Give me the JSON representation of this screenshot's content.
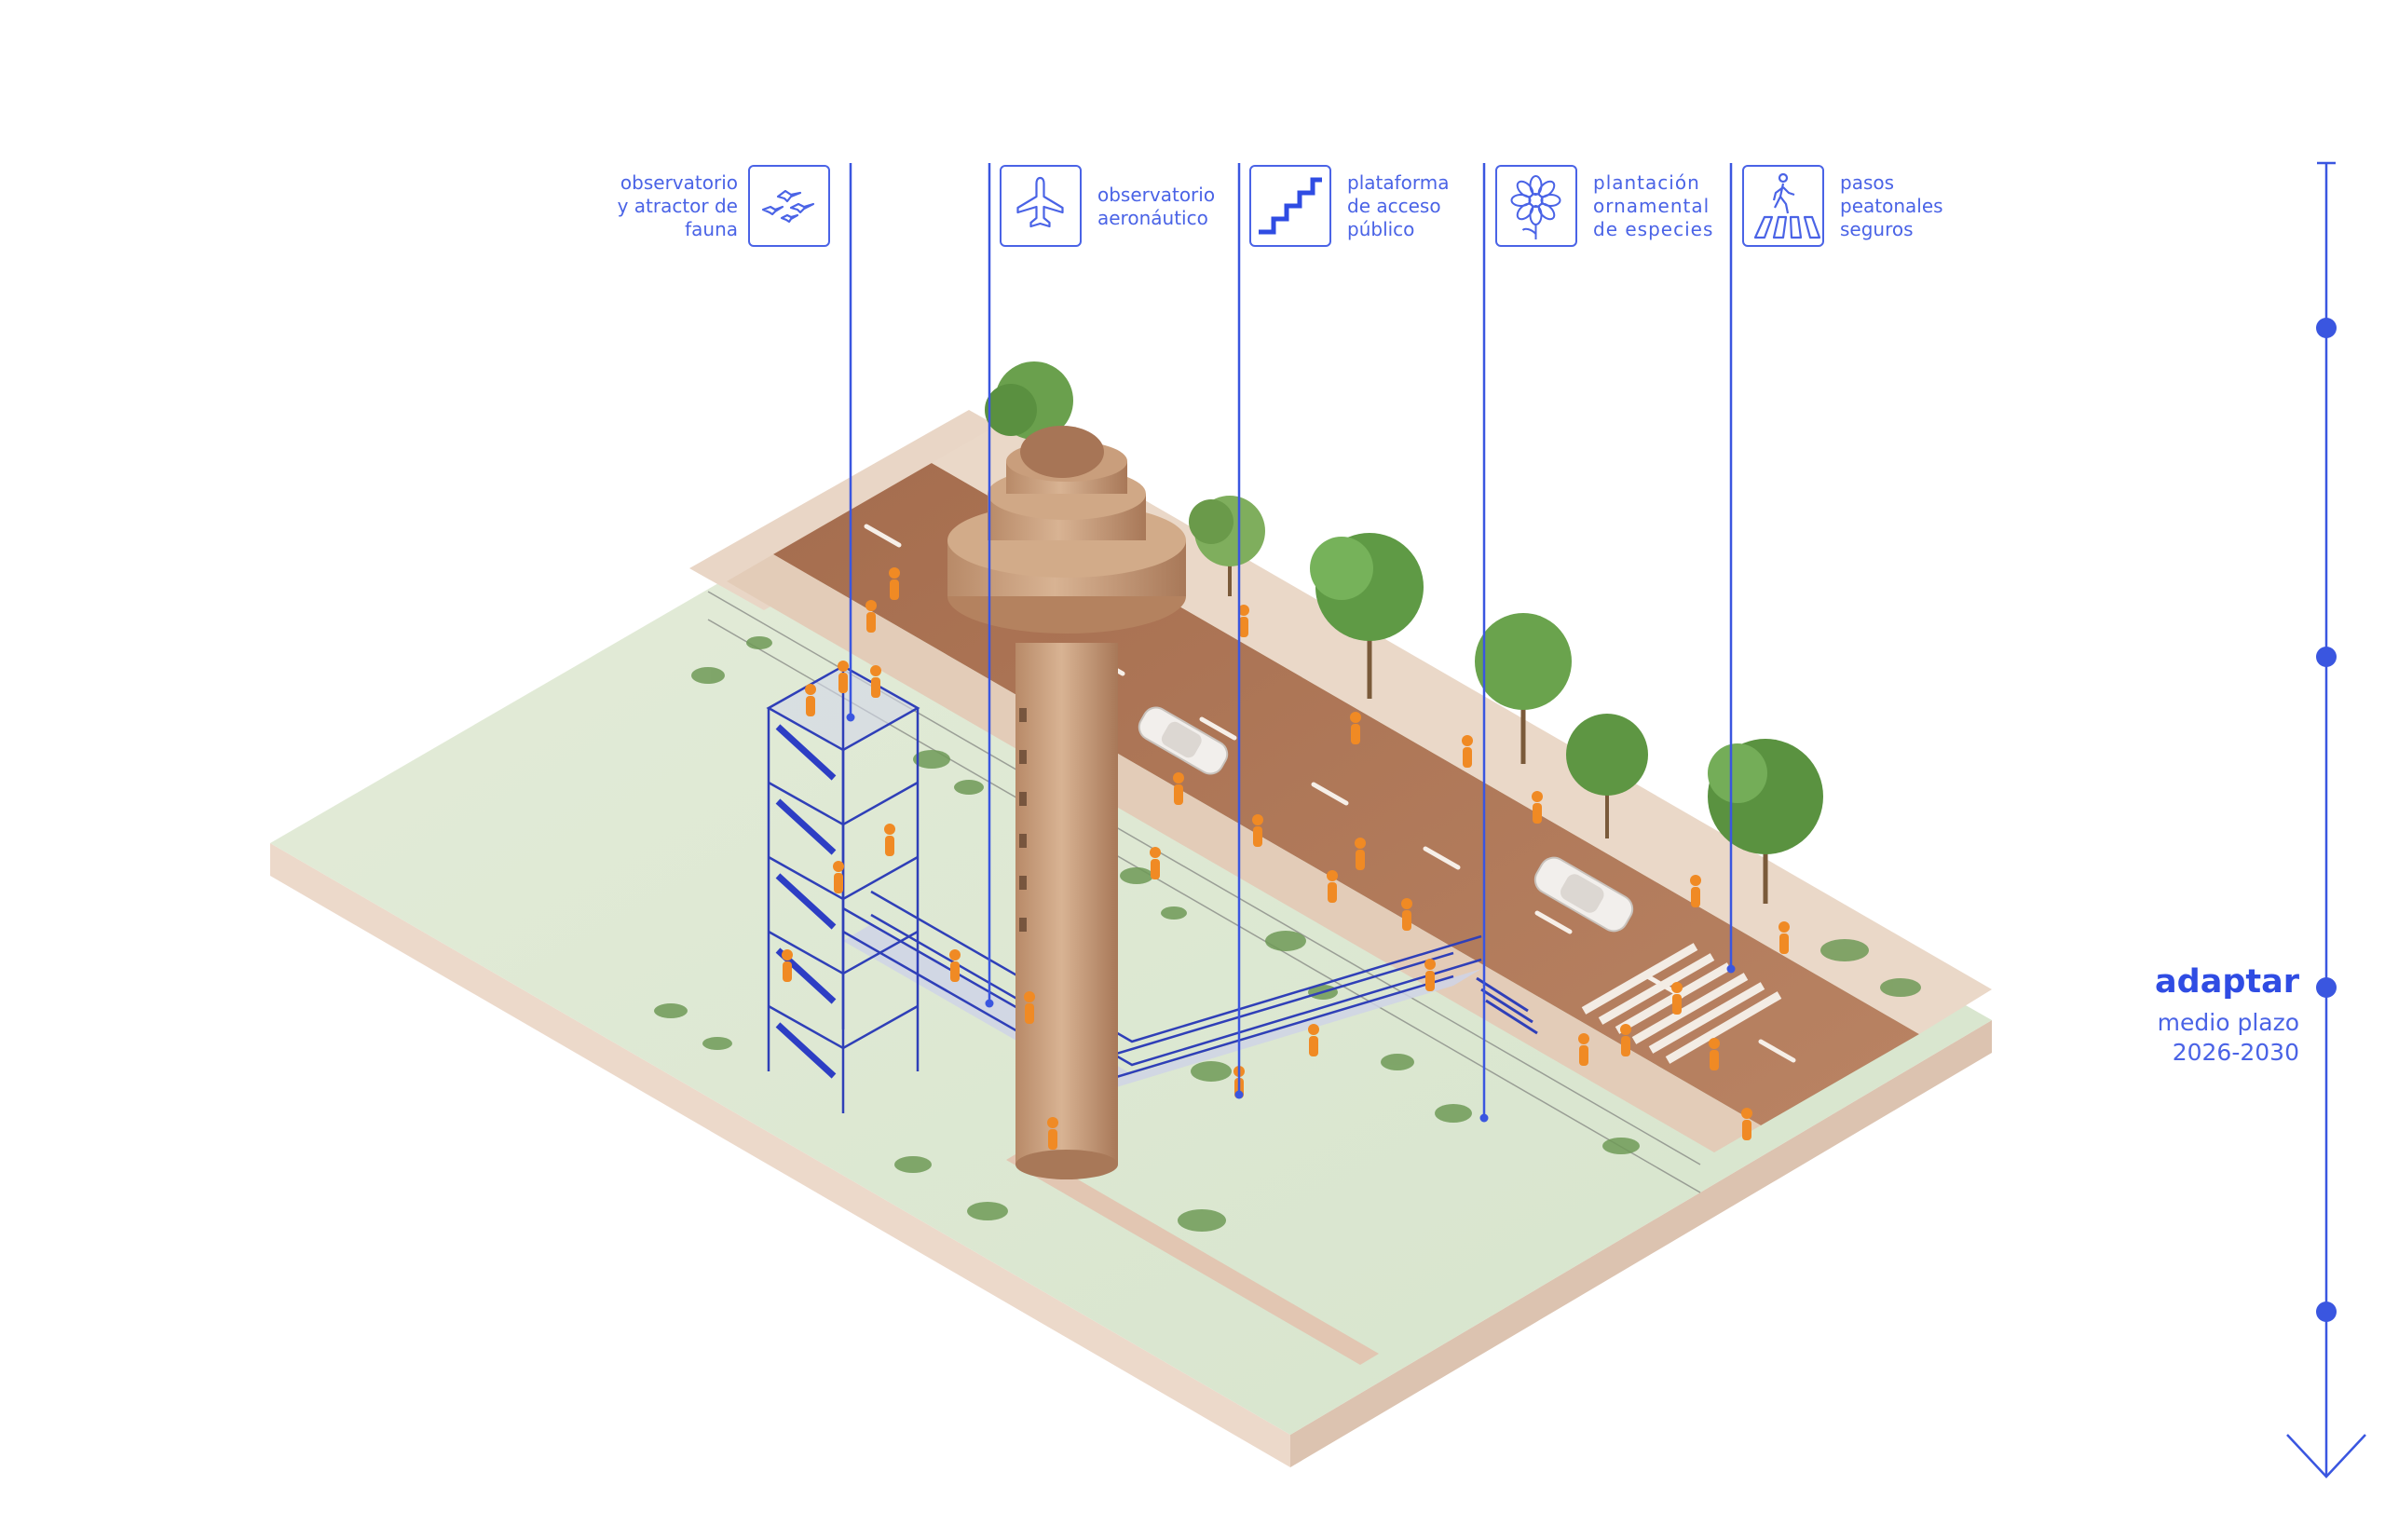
{
  "callouts": [
    {
      "id": "fauna",
      "lines": [
        "observatorio",
        "y atractor de",
        "fauna"
      ],
      "icon": "birds-icon"
    },
    {
      "id": "aero",
      "lines": [
        "observatorio",
        "aeronáutico"
      ],
      "icon": "airplane-icon"
    },
    {
      "id": "platform",
      "lines": [
        "plataforma",
        "de acceso",
        "público"
      ],
      "icon": "stairs-icon"
    },
    {
      "id": "planting",
      "lines": [
        "plantación",
        "ornamental",
        "de especies"
      ],
      "icon": "flower-icon"
    },
    {
      "id": "crossing",
      "lines": [
        "pasos",
        "peatonales",
        "seguros"
      ],
      "icon": "pedestrian-crossing-icon"
    }
  ],
  "timeline": {
    "active_phase": "adaptar",
    "subtitle": "medio plazo",
    "years": "2026-2030",
    "markers": 4
  },
  "colors": {
    "accent": "#3a56e0",
    "ground": "#dfe9d6",
    "road": "#b27a58",
    "sidewalk": "#e6d3c3",
    "tower": "#c49a7a",
    "figures": "#f08a24",
    "scaffold": "#2f3fb8"
  }
}
